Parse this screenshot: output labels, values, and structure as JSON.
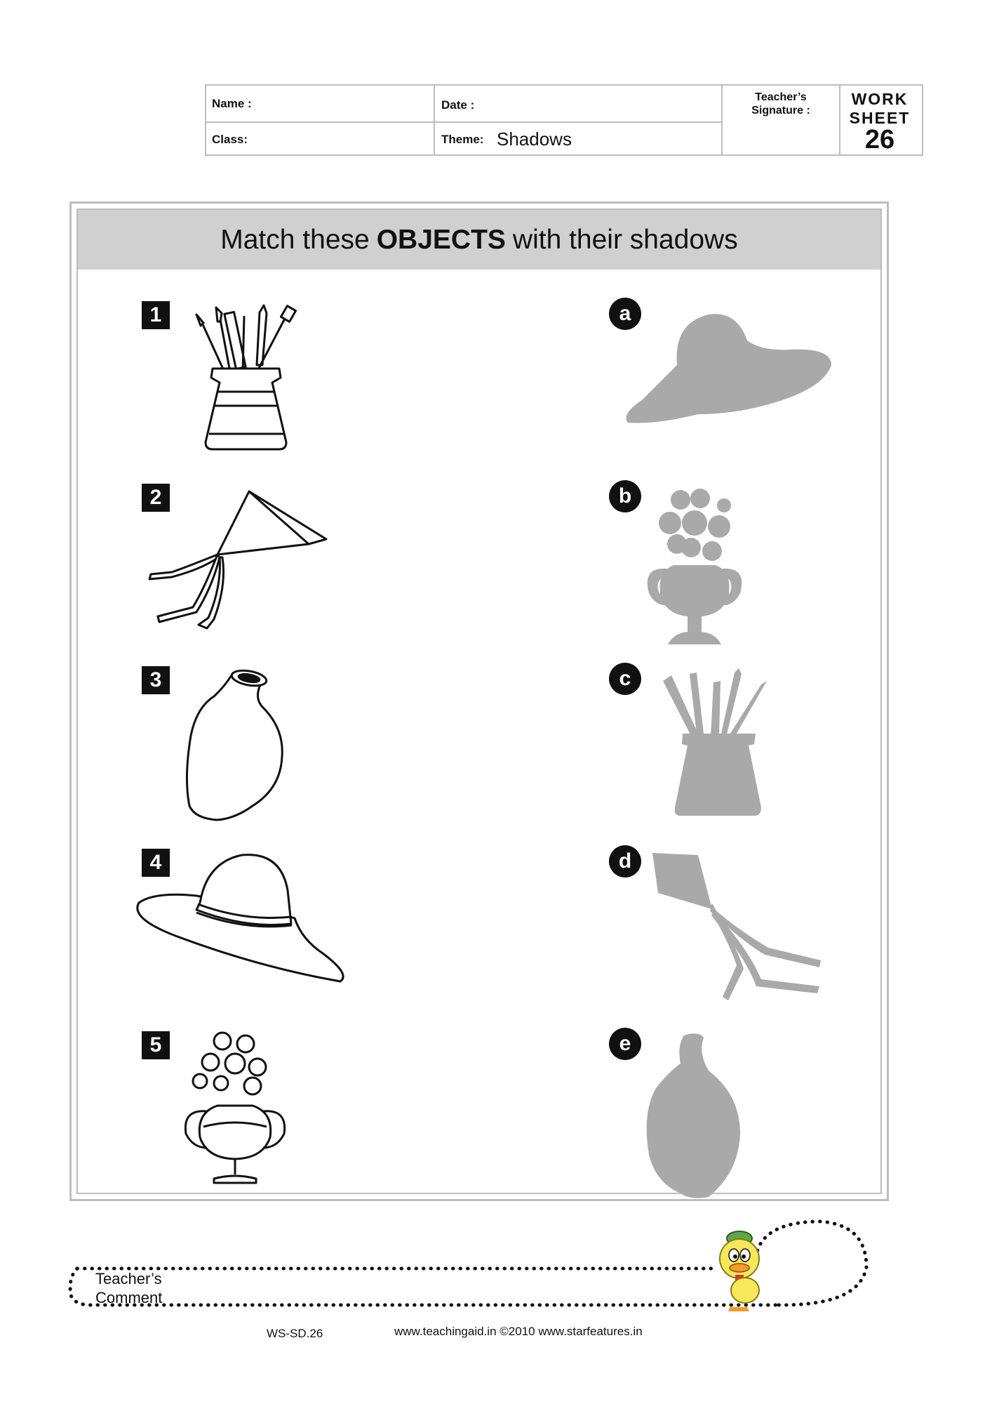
{
  "header": {
    "name_label": "Name :",
    "date_label": "Date :",
    "teacher_signature_label_line1": "Teacher’s",
    "teacher_signature_label_line2": "Signature :",
    "class_label": "Class:",
    "theme_label": "Theme:",
    "theme_value": "Shadows",
    "worksheet_word1": "WORK",
    "worksheet_word2": "SHEET",
    "worksheet_number": "26"
  },
  "instruction": {
    "prefix": "Match these",
    "emphasis": "OBJECTS",
    "suffix": "with their shadows"
  },
  "objects": [
    {
      "number": "1",
      "icon": "pen-holder-icon"
    },
    {
      "number": "2",
      "icon": "kite-icon"
    },
    {
      "number": "3",
      "icon": "jar-icon"
    },
    {
      "number": "4",
      "icon": "hat-icon"
    },
    {
      "number": "5",
      "icon": "flower-vase-icon"
    }
  ],
  "shadows": [
    {
      "letter": "a",
      "icon": "hat-shadow-icon"
    },
    {
      "letter": "b",
      "icon": "flower-vase-shadow-icon"
    },
    {
      "letter": "c",
      "icon": "pen-holder-shadow-icon"
    },
    {
      "letter": "d",
      "icon": "kite-shadow-icon"
    },
    {
      "letter": "e",
      "icon": "jar-shadow-icon"
    }
  ],
  "comment": {
    "label_line1": "Teacher’s",
    "label_line2": "Comment"
  },
  "footer": {
    "code": "WS-SD.26",
    "website": "www.teachingaid.in ©2010 www.starfeatures.in"
  },
  "colors": {
    "shadow": "#a9a9a9",
    "title_band": "#d0d0d0",
    "border": "#bdbdbd",
    "badge": "#111111"
  }
}
